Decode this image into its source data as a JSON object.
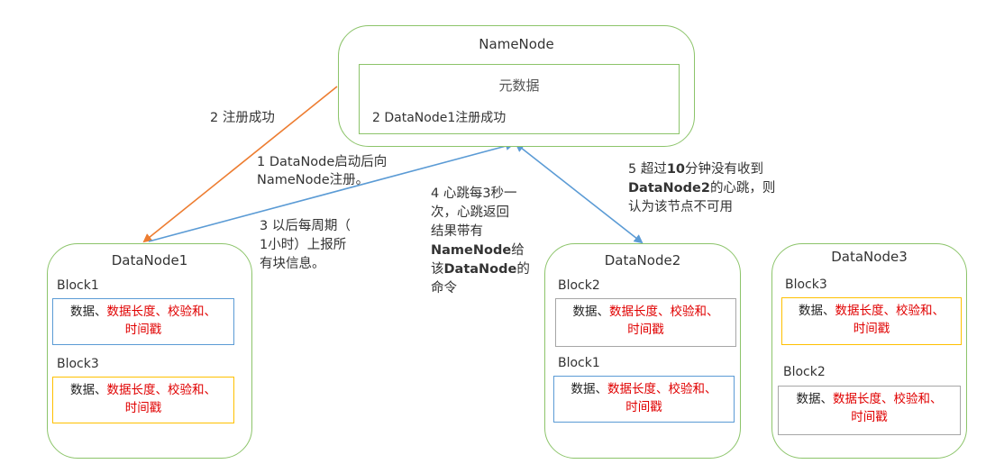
{
  "namenode": {
    "title": "NameNode",
    "metadata_title": "元数据",
    "metadata_line": "2 DataNode1注册成功"
  },
  "block_text": {
    "plain": "数据、",
    "red": "数据长度、校验和、",
    "last": "时间戳"
  },
  "datanodes": [
    {
      "title": "DataNode1",
      "blocks": [
        {
          "label": "Block1"
        },
        {
          "label": "Block3"
        }
      ]
    },
    {
      "title": "DataNode2",
      "blocks": [
        {
          "label": "Block2"
        },
        {
          "label": "Block1"
        }
      ]
    },
    {
      "title": "DataNode3",
      "blocks": [
        {
          "label": "Block3"
        },
        {
          "label": "Block2"
        }
      ]
    }
  ],
  "notes": {
    "register_success": "2 注册成功",
    "register_line1": "1 DataNode启动后向",
    "register_line2": "NameNode注册。",
    "report_line1": "3 以后每周期（",
    "report_line2": "1小时）上报所",
    "report_line3": "有块信息。",
    "heartbeat_line1": "4 心跳每3秒一",
    "heartbeat_line2": "次，心跳返回",
    "heartbeat_line3": "结果带有",
    "heartbeat_line4a": "NameNode",
    "heartbeat_line4b": "给",
    "heartbeat_line5a": "该",
    "heartbeat_line5b": "DataNode",
    "heartbeat_line5c": "的",
    "heartbeat_line6": "命令",
    "timeout_line1a": "5 超过",
    "timeout_line1b": "10",
    "timeout_line1c": "分钟没有收到",
    "timeout_line2a": "DataNode2",
    "timeout_line2b": "的心跳，则",
    "timeout_line3": "认为该节点不可用"
  },
  "colors": {
    "node_border": "#8cc46a",
    "arrow_orange": "#ed7d31",
    "arrow_blue": "#5b9bd5",
    "block_blue": "#5b9bd5",
    "block_yellow": "#ffc000",
    "block_gray": "#a6a6a6",
    "red_text": "#e00000"
  }
}
